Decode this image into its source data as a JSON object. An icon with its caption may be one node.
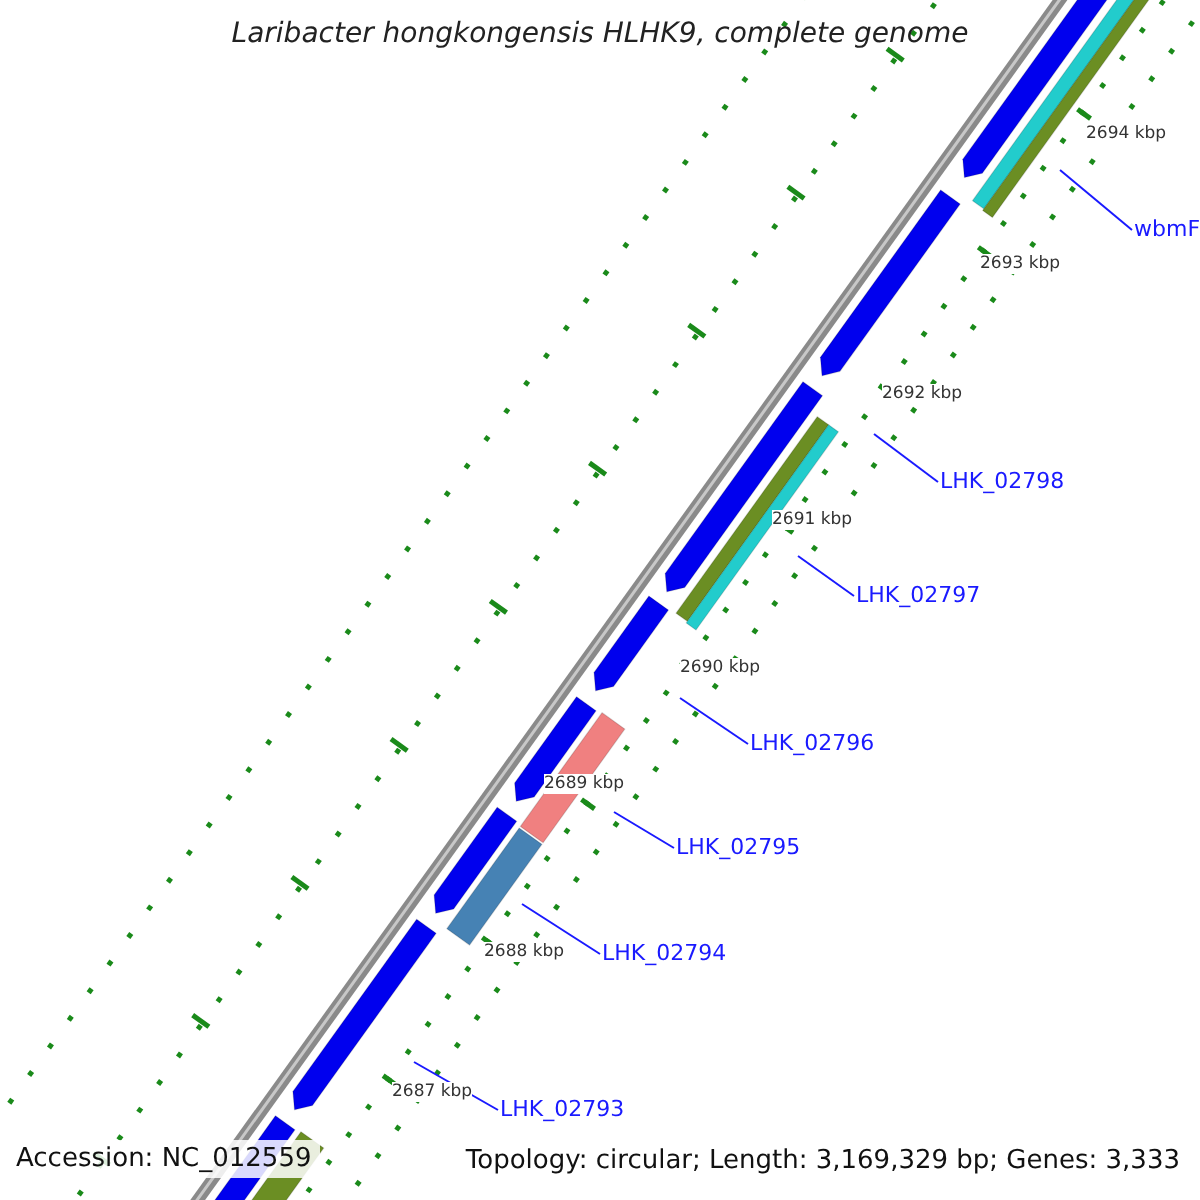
{
  "diagram": {
    "title": "Laribacter hongkongensis HLHK9, complete genome",
    "nodes": [
      {
        "text": [
          "wbmF"
        ]
      },
      {
        "text": [
          "LHK_02798"
        ]
      },
      {
        "text": [
          "LHK_02797"
        ]
      },
      {
        "text": [
          "LHK_02796"
        ]
      },
      {
        "text": [
          "LHK_02795"
        ]
      },
      {
        "text": [
          "LHK_02794"
        ]
      },
      {
        "text": [
          "LHK_02793"
        ]
      }
    ],
    "edges": [
      {
        "from": 0,
        "to": null,
        "arrow": "none"
      },
      {
        "from": 1,
        "to": null,
        "arrow": "none"
      },
      {
        "from": 2,
        "to": null,
        "arrow": "none"
      },
      {
        "from": 3,
        "to": null,
        "arrow": "none"
      },
      {
        "from": 4,
        "to": null,
        "arrow": "none"
      },
      {
        "from": 5,
        "to": null,
        "arrow": "none"
      },
      {
        "from": 6,
        "to": null,
        "arrow": "none"
      }
    ],
    "labels": [
      "2694 kbp",
      "2693 kbp",
      "2692 kbp",
      "2691 kbp",
      "2690 kbp",
      "2689 kbp",
      "2688 kbp",
      "2687 kbp",
      "Accession: NC_012559",
      "Topology: circular; Length: 3,169,329 bp; Genes: 3,333"
    ]
  }
}
